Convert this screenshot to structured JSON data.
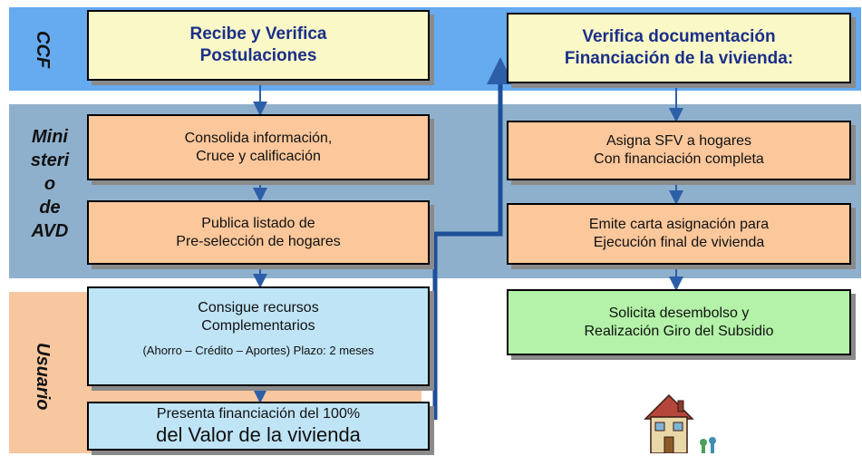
{
  "lanes": {
    "ccf": "CCF",
    "ministerio": [
      "Mini",
      "steri",
      "o",
      "de",
      "AVD"
    ],
    "usuario": "Usuario"
  },
  "boxes": {
    "recibe": [
      "Recibe y Verifica",
      "Postulaciones"
    ],
    "consolida": [
      "Consolida información,",
      "Cruce y calificación"
    ],
    "publica": [
      "Publica listado de",
      "Pre-selección de hogares"
    ],
    "consigue": [
      "Consigue recursos",
      "Complementarios",
      "(Ahorro – Crédito – Aportes) Plazo: 2 meses"
    ],
    "presenta": [
      "Presenta financiación del 100%",
      "del Valor de la vivienda"
    ],
    "verifica": [
      "Verifica documentación",
      "Financiación de la vivienda:"
    ],
    "asigna": [
      "Asigna SFV a hogares",
      "Con financiación completa"
    ],
    "emite": [
      "Emite carta asignación para",
      "Ejecución final de vivienda"
    ],
    "solicita": [
      "Solicita desembolso y",
      "Realización Giro del Subsidio"
    ]
  },
  "colors": {
    "ccf_band": "#66aaf0",
    "ministerio_band": "#8fb0cc",
    "usuario_band": "#f7c7a0",
    "arrow": "#2d5fa8",
    "title_text": "#1a2f88"
  }
}
